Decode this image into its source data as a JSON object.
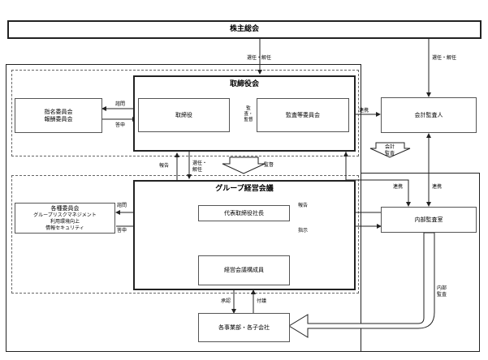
{
  "shareholders": "株主総会",
  "board": {
    "title": "取締役会",
    "directors": "取締役",
    "audit_committee": "監査等委員会",
    "supervise_audit": "監査・監督"
  },
  "nomination": {
    "line1": "指名委員会",
    "line2": "報酬委員会"
  },
  "management": {
    "title": "グループ経営会議",
    "president": "代表取締役社長",
    "members": "経営会議構成員"
  },
  "committees": {
    "title": "各種委員会",
    "items": [
      "グループリスクマネジメント",
      "利用環境向上",
      "情報セキュリティ"
    ]
  },
  "accounting_auditor": "会計監査人",
  "internal_audit": "内部監査室",
  "business": "各事業部・各子会社",
  "labels": {
    "appoint_dismiss": "選任・解任",
    "appoint_dismiss_2a": "選任・",
    "appoint_dismiss_2b": "解任",
    "consult": "諮問",
    "report_back": "答申",
    "cooperate": "連携",
    "report": "報告",
    "supervise": "監督",
    "accounting_audit_a": "会計",
    "accounting_audit_b": "監査",
    "instruct": "指示",
    "internal_audit_a": "内部",
    "internal_audit_b": "監査",
    "approve": "承認",
    "submit": "付議"
  }
}
